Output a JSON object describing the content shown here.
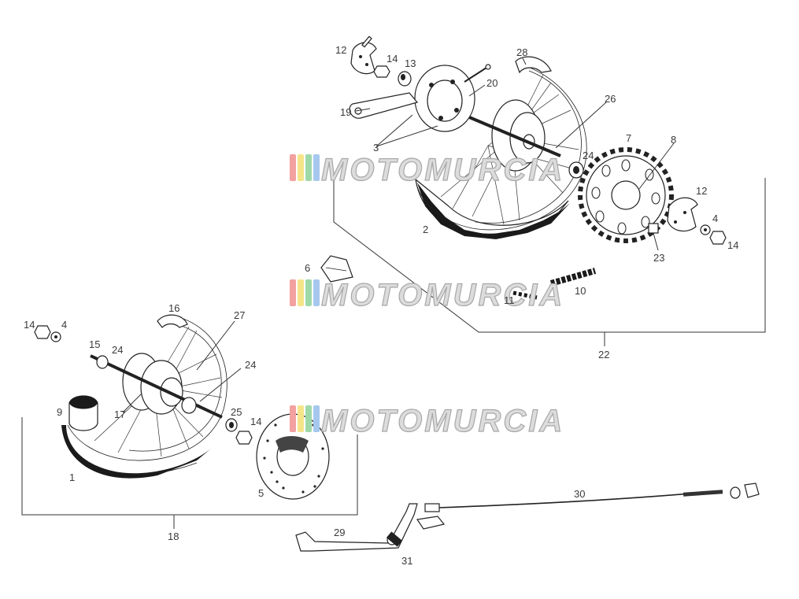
{
  "watermark": {
    "text": "MOTOMURCIA",
    "colors": [
      "#f2a0a0",
      "#f5e58a",
      "#9fd8a8",
      "#a6c8ee"
    ]
  },
  "labels": {
    "p1": "1",
    "p2": "2",
    "p3": "3",
    "p4a": "4",
    "p4b": "4",
    "p5": "5",
    "p6": "6",
    "p7": "7",
    "p8": "8",
    "p9": "9",
    "p10": "10",
    "p11": "11",
    "p12a": "12",
    "p12b": "12",
    "p13": "13",
    "p14a": "14",
    "p14b": "14",
    "p14c": "14",
    "p14d": "14",
    "p15": "15",
    "p16": "16",
    "p17": "17",
    "p18": "18",
    "p19": "19",
    "p20": "20",
    "p22": "22",
    "p23": "23",
    "p24a": "24",
    "p24b": "24",
    "p24c": "24",
    "p25": "25",
    "p26": "26",
    "p27": "27",
    "p28": "28",
    "p29": "29",
    "p30": "30",
    "p31": "31"
  }
}
